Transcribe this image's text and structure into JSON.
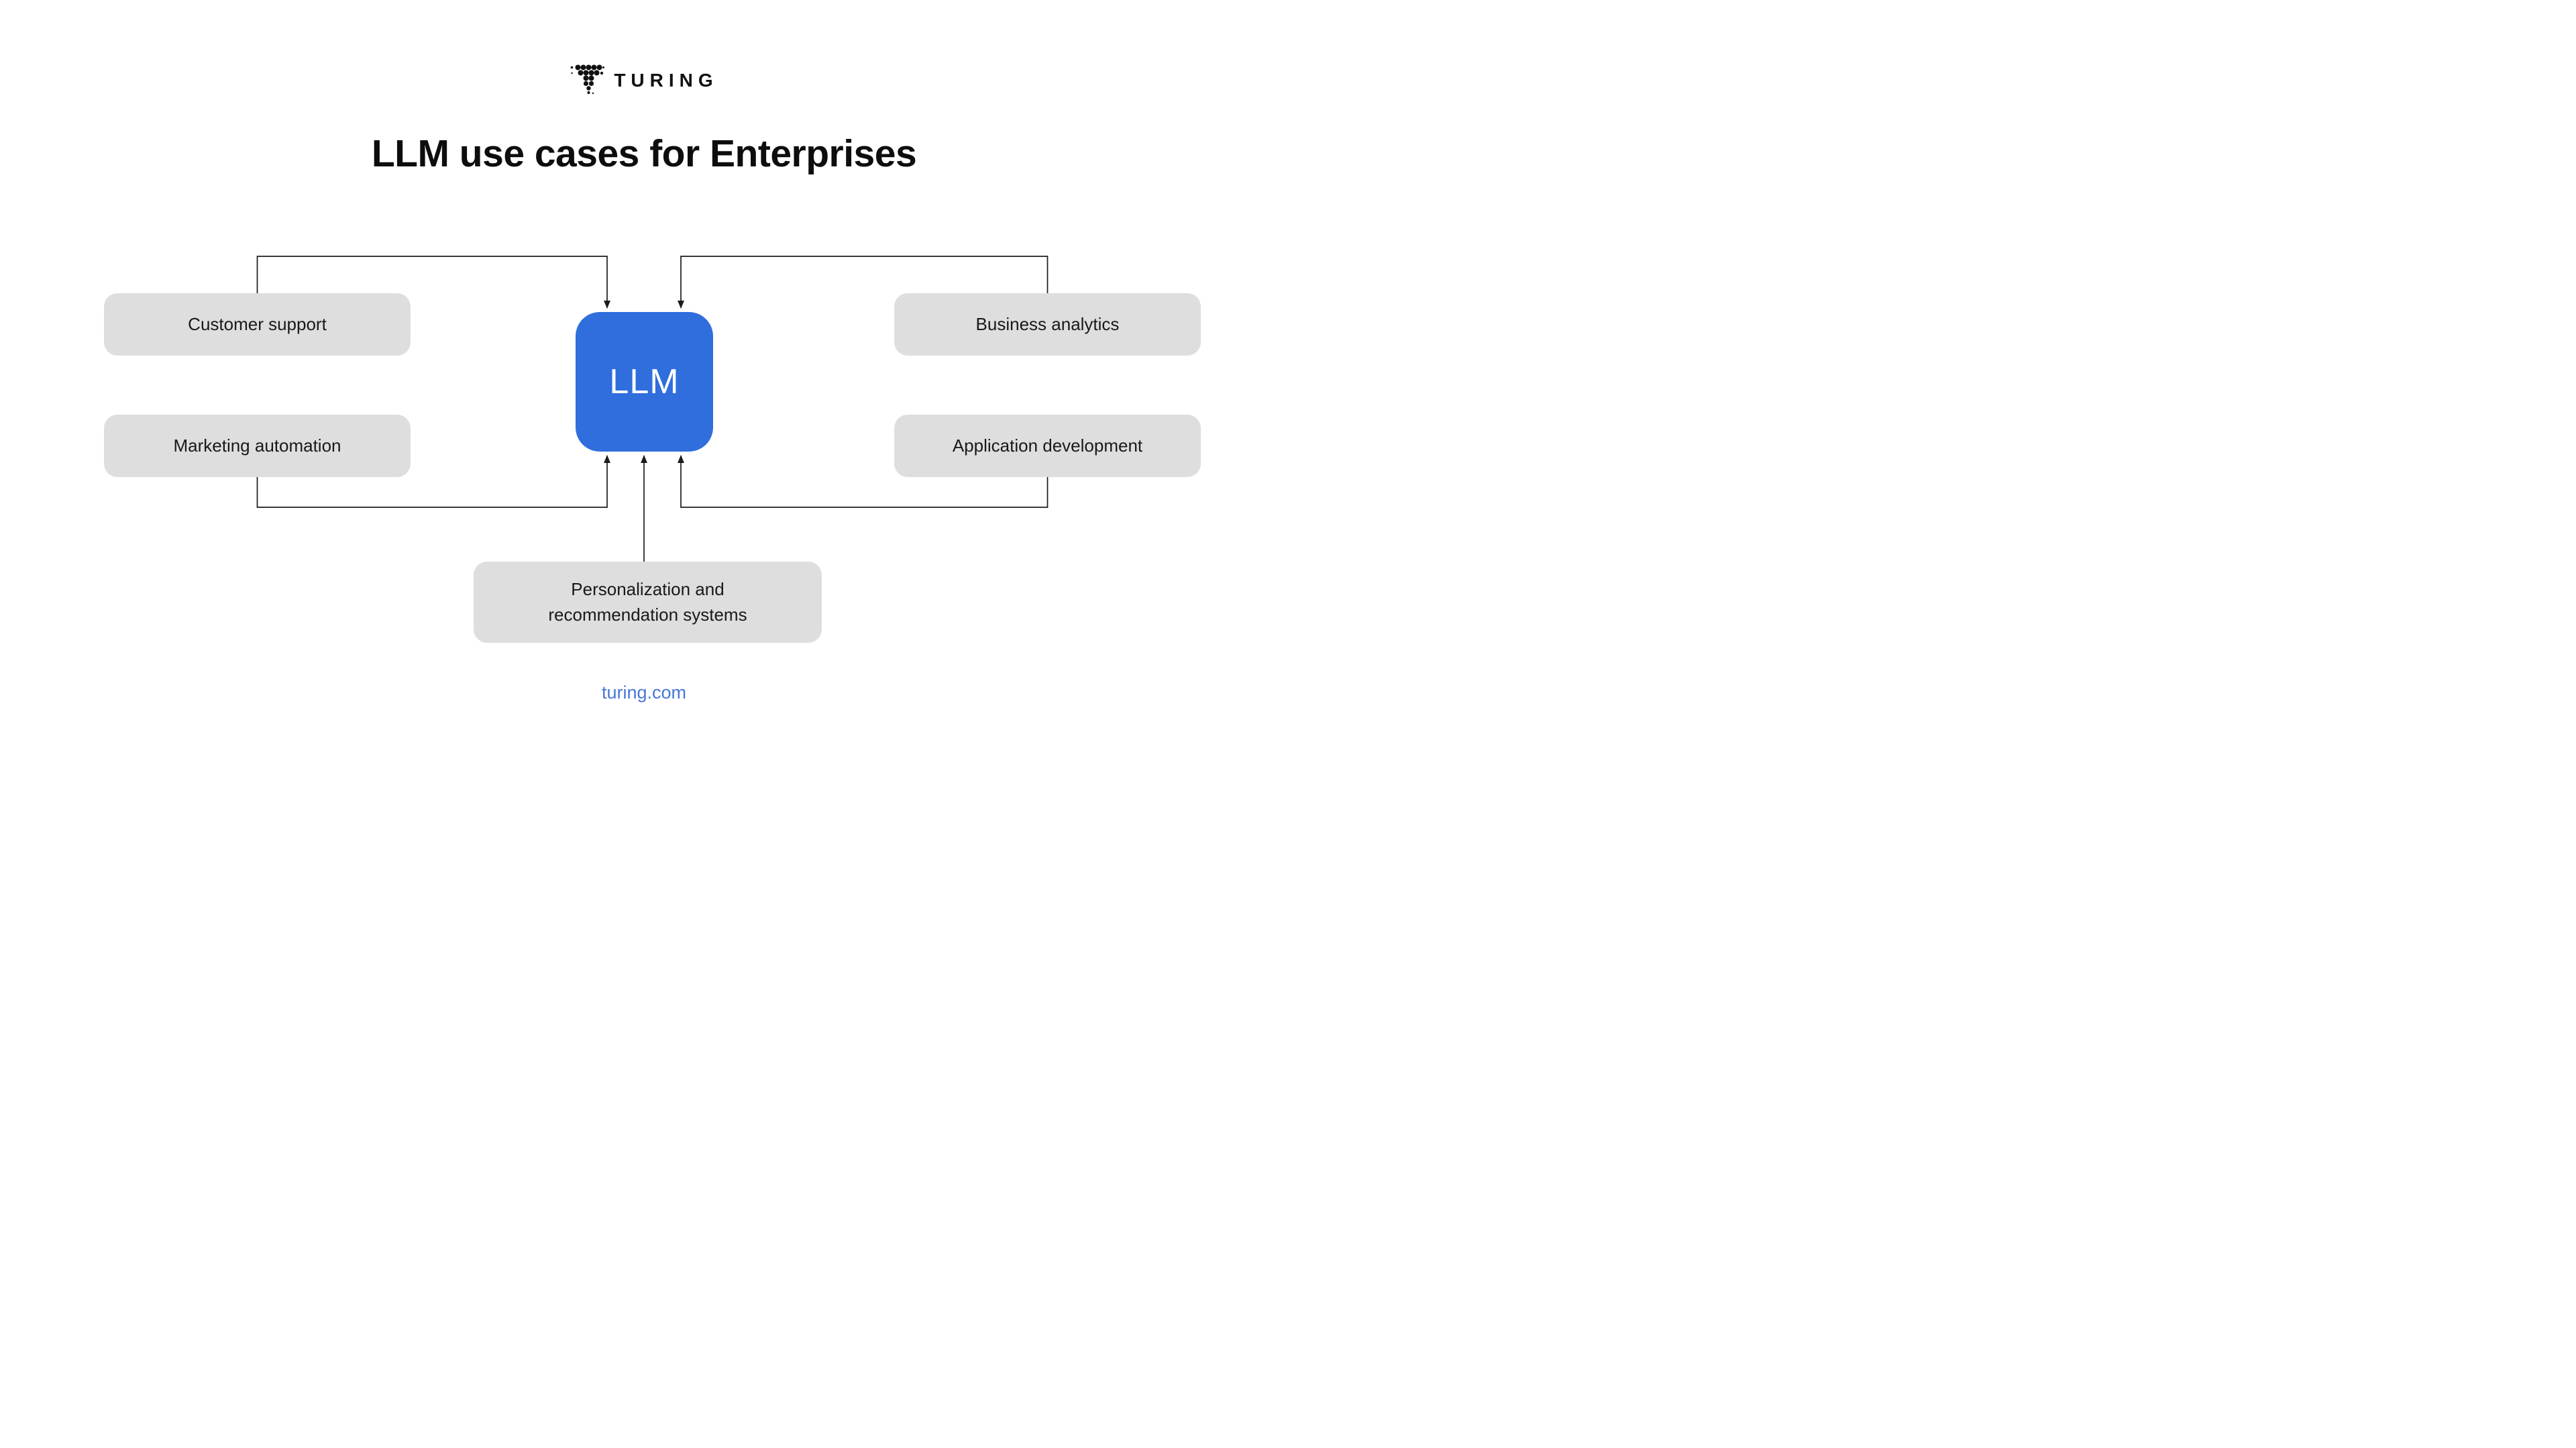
{
  "logo": {
    "brand": "TURING",
    "icon": "turing-dot-t-logo"
  },
  "title": "LLM use cases for Enterprises",
  "diagram": {
    "center_label": "LLM",
    "customer_support": "Customer support",
    "marketing_automation": "Marketing automation",
    "business_analytics": "Business analytics",
    "application_development": "Application development",
    "personalization_line1": "Personalization and",
    "personalization_line2": "recommendation systems"
  },
  "footer": {
    "link": "turing.com"
  },
  "colors": {
    "accent-blue": "#2f6edc",
    "link-blue": "#4678d7",
    "node-gray": "#dedede",
    "line-color": "#1c1c1c",
    "text-dark": "#141414"
  }
}
